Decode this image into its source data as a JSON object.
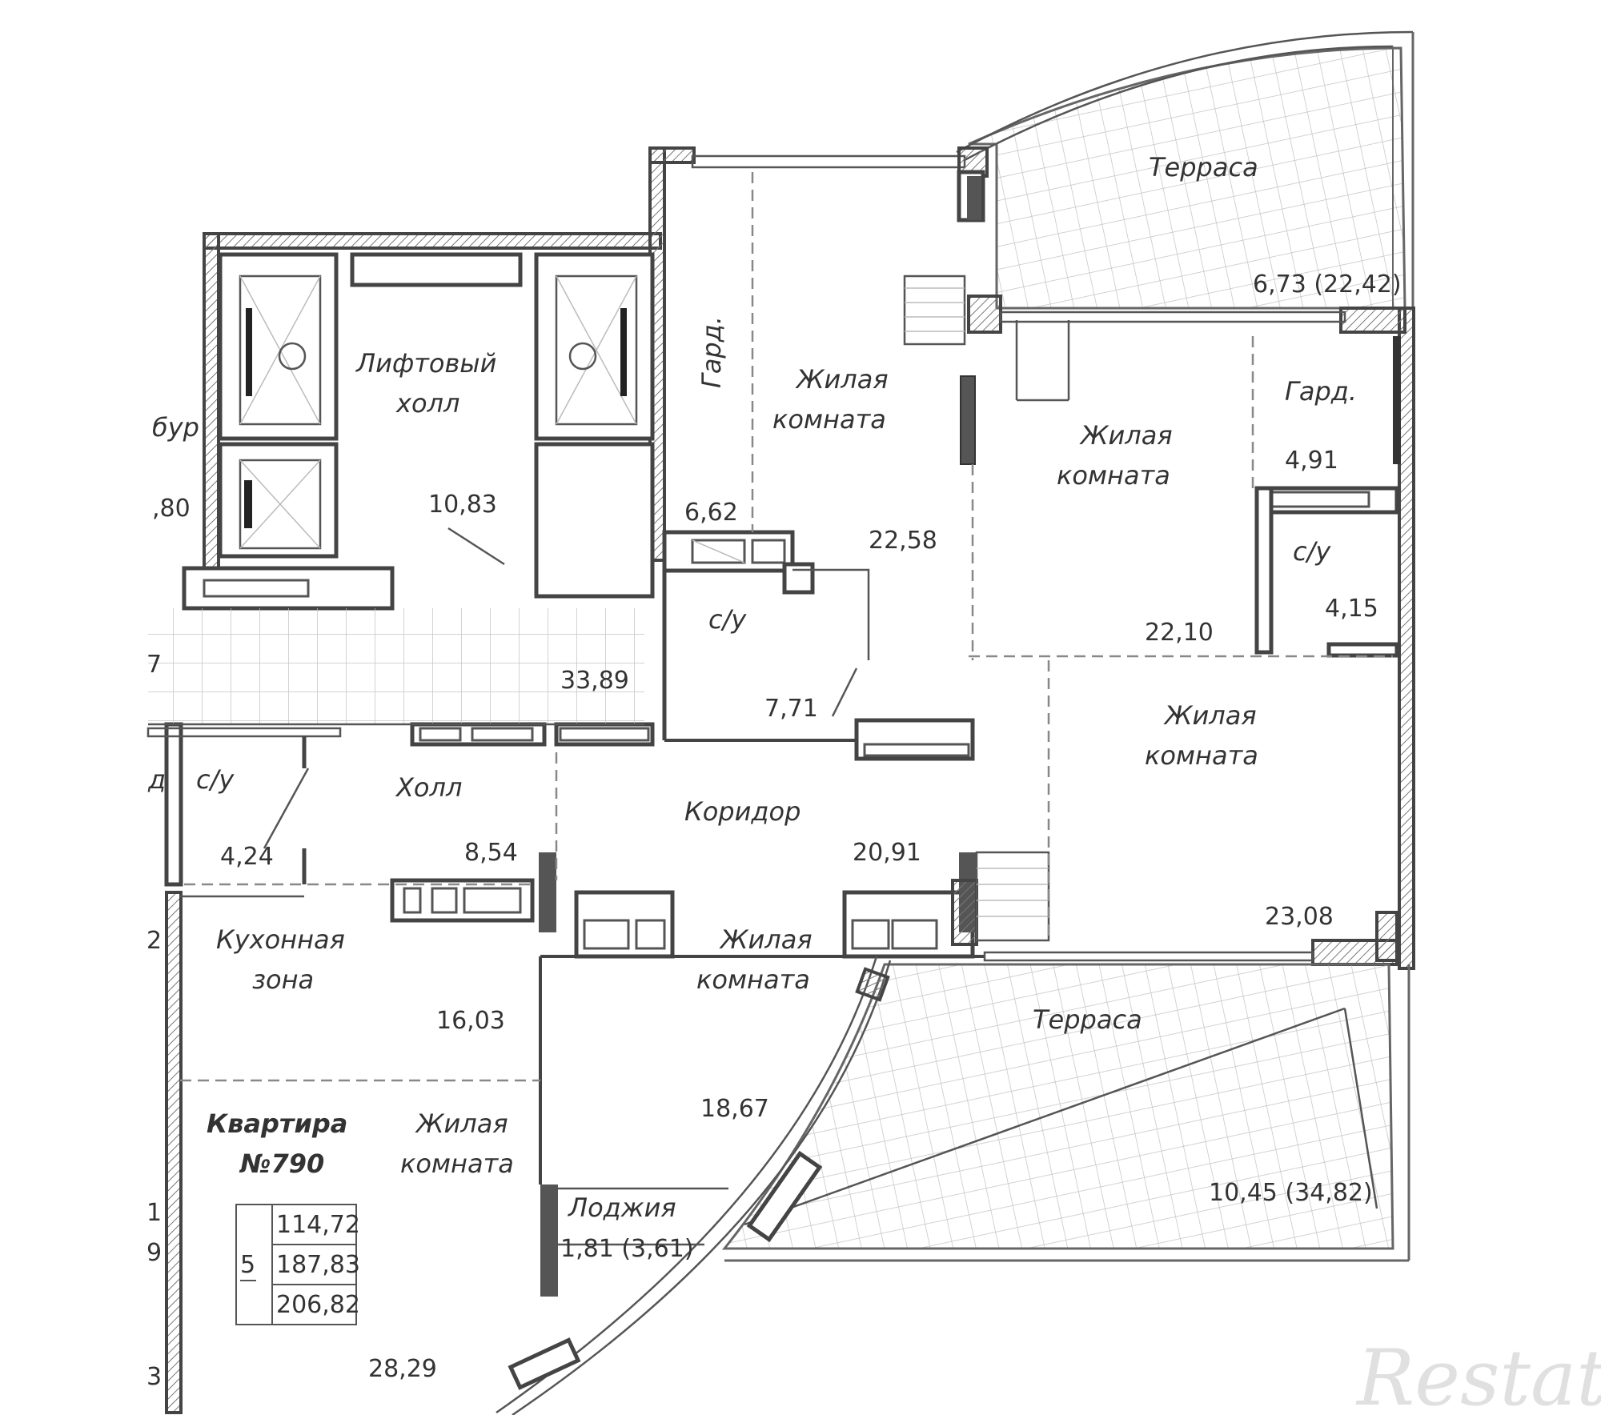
{
  "rooms": {
    "terrace_top": "Терраса",
    "terrace_top_area": "6,73 (22,42)",
    "garderobe_left": "Гард.",
    "garderobe_left_area": "6,62",
    "living_1_line1": "Жилая",
    "living_1_line2": "комната",
    "living_1_area": "22,58",
    "living_2_line1": "Жилая",
    "living_2_line2": "комната",
    "living_2_area": "22,10",
    "garderobe_right": "Гард.",
    "garderobe_right_area": "4,91",
    "bath_right": "с/у",
    "bath_right_area": "4,15",
    "lift_hall_line1": "Лифтовый",
    "lift_hall_line2": "холл",
    "lift_hall_area": "10,83",
    "tambour_partial": "бур",
    "tambour_area_partial": ",80",
    "bath_mid": "с/у",
    "bath_mid_area": "7,71",
    "stair_area": "33,89",
    "living_3_line1": "Жилая",
    "living_3_line2": "комната",
    "living_3_area": "23,08",
    "bath_left": "с/у",
    "bath_left_area": "4,24",
    "hall": "Холл",
    "hall_area": "8,54",
    "corridor": "Коридор",
    "corridor_area": "20,91",
    "kitchen_line1": "Кухонная",
    "kitchen_line2": "зона",
    "kitchen_area": "16,03",
    "living_4_line1": "Жилая",
    "living_4_line2": "комната",
    "living_4_area": "18,67",
    "terrace_bottom": "Терраса",
    "terrace_bottom_area": "10,45 (34,82)",
    "loggia": "Лоджия",
    "loggia_area": "1,81 (3,61)",
    "living_5_line1": "Жилая",
    "living_5_line2": "комната",
    "living_5_area": "28,29"
  },
  "apartment": {
    "title_line1": "Квартира",
    "title_line2": "№790",
    "rooms_count": "5",
    "area_living": "114,72",
    "area_total": "187,83",
    "area_with_terraces": "206,82"
  },
  "edge_fragments": {
    "a": "7",
    "b": "д",
    "c": "2",
    "d": "1",
    "e": "9",
    "f": "3"
  },
  "watermark": "Restate"
}
